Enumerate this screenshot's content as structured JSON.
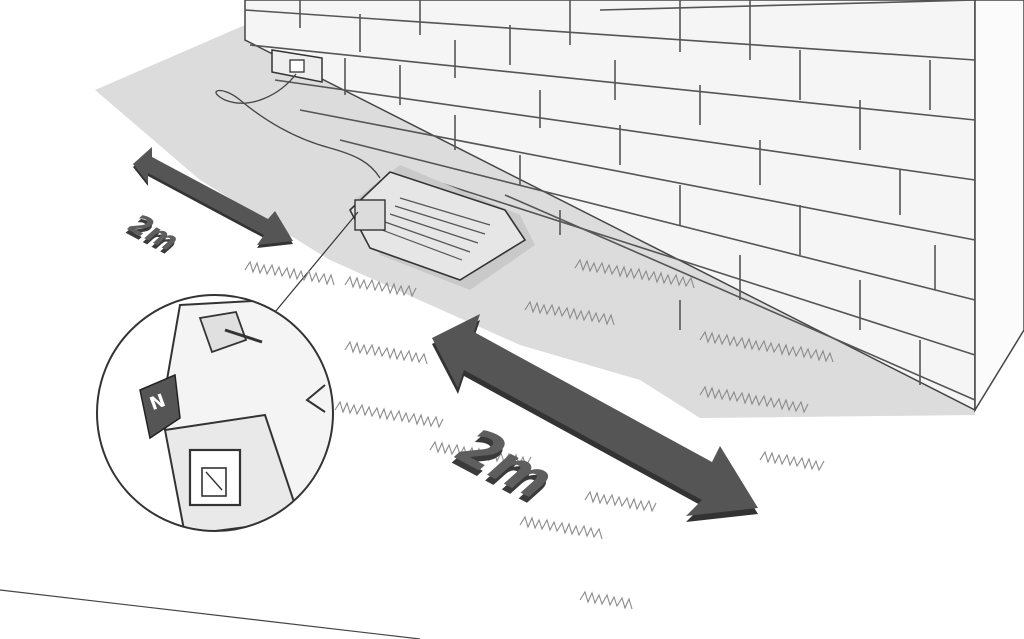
{
  "dimensions": {
    "rear": {
      "label": "2m"
    },
    "front": {
      "label": "2m"
    }
  },
  "detail": {
    "marker_label": "N"
  },
  "colors": {
    "wall_shadow": "#d9d9d9",
    "wall_face": "#f3f3f3",
    "brick_line": "#555555",
    "arrow_fill": "#555555",
    "arrow_edge": "#333333",
    "label_top": "#5a5a5a",
    "label_side": "#3a3a3a",
    "grass": "#888888",
    "station_fill": "#e8e8e8",
    "station_shadow": "#c8c8c8"
  }
}
